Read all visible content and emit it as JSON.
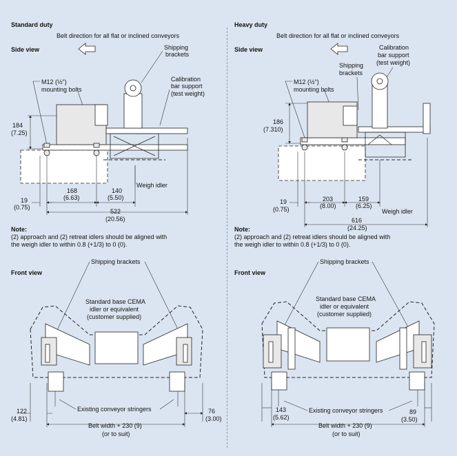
{
  "left": {
    "heading": "Standard duty",
    "belt_direction": "Belt direction for all flat or inclined conveyors",
    "side_view": "Side view",
    "shipping_brackets_1": "Shipping",
    "shipping_brackets_2": "brackets",
    "calibration_1": "Calibration",
    "calibration_2": "bar support",
    "calibration_3": "(test weight)",
    "bolts_1": "M12 (½\")",
    "bolts_2": "mounting bolts",
    "dim_height": "184",
    "dim_height_in": "(7.25)",
    "weigh_idler": "Weigh idler",
    "dim_a": "168",
    "dim_a_in": "(6.63)",
    "dim_b": "140",
    "dim_b_in": "(5.50)",
    "dim_c": "19",
    "dim_c_in": "(0.75)",
    "dim_total": "522",
    "dim_total_in": "(20.56)",
    "note_title": "Note:",
    "note_1": "(2) approach and (2) retreat idlers should be aligned with",
    "note_2": "the weigh idler to within 0.8 (+1/3) to 0 (0).",
    "front_view": "Front view",
    "front_shipping": "Shipping brackets",
    "cema_1": "Standard base CEMA",
    "cema_2": "idler or equivalent",
    "cema_3": "(customer supplied)",
    "dim_left": "122",
    "dim_left_in": "(4.81)",
    "dim_right": "76",
    "dim_right_in": "(3.00)",
    "stringers": "Existing conveyor stringers",
    "belt_width": "Belt width + 230 (9)",
    "to_suit": "(or to suit)"
  },
  "right": {
    "heading": "Heavy duty",
    "belt_direction": "Belt direction for all flat or inclined conveyors",
    "side_view": "Side view",
    "shipping_brackets_1": "Shipping",
    "shipping_brackets_2": "brackets",
    "calibration_1": "Calibration",
    "calibration_2": "bar support",
    "calibration_3": "(test weight)",
    "bolts_1": "M12 (½\")",
    "bolts_2": "mounting bolts",
    "dim_height": "186",
    "dim_height_in": "(7.310)",
    "weigh_idler": "Weigh idler",
    "dim_a": "203",
    "dim_a_in": "(8.00)",
    "dim_b": "159",
    "dim_b_in": "(6.25)",
    "dim_c": "19",
    "dim_c_in": "(0.75)",
    "dim_total": "616",
    "dim_total_in": "(24.25)",
    "note_title": "Note:",
    "note_1": "(2) approach and (2) retreat idlers should be aligned with",
    "note_2": "the weigh idler to within 0.8 (+1/3) to 0 (0).",
    "front_view": "Front view",
    "front_shipping": "Shipping brackets",
    "cema_1": "Standard base CEMA",
    "cema_2": "idler or equivalent",
    "cema_3": "(customer supplied)",
    "dim_left": "143",
    "dim_left_in": "(5.62)",
    "dim_right": "89",
    "dim_right_in": "(3.50)",
    "stringers": "Existing conveyor stringers",
    "belt_width": "Belt width + 230 (9)",
    "to_suit": "(or to suit)"
  }
}
